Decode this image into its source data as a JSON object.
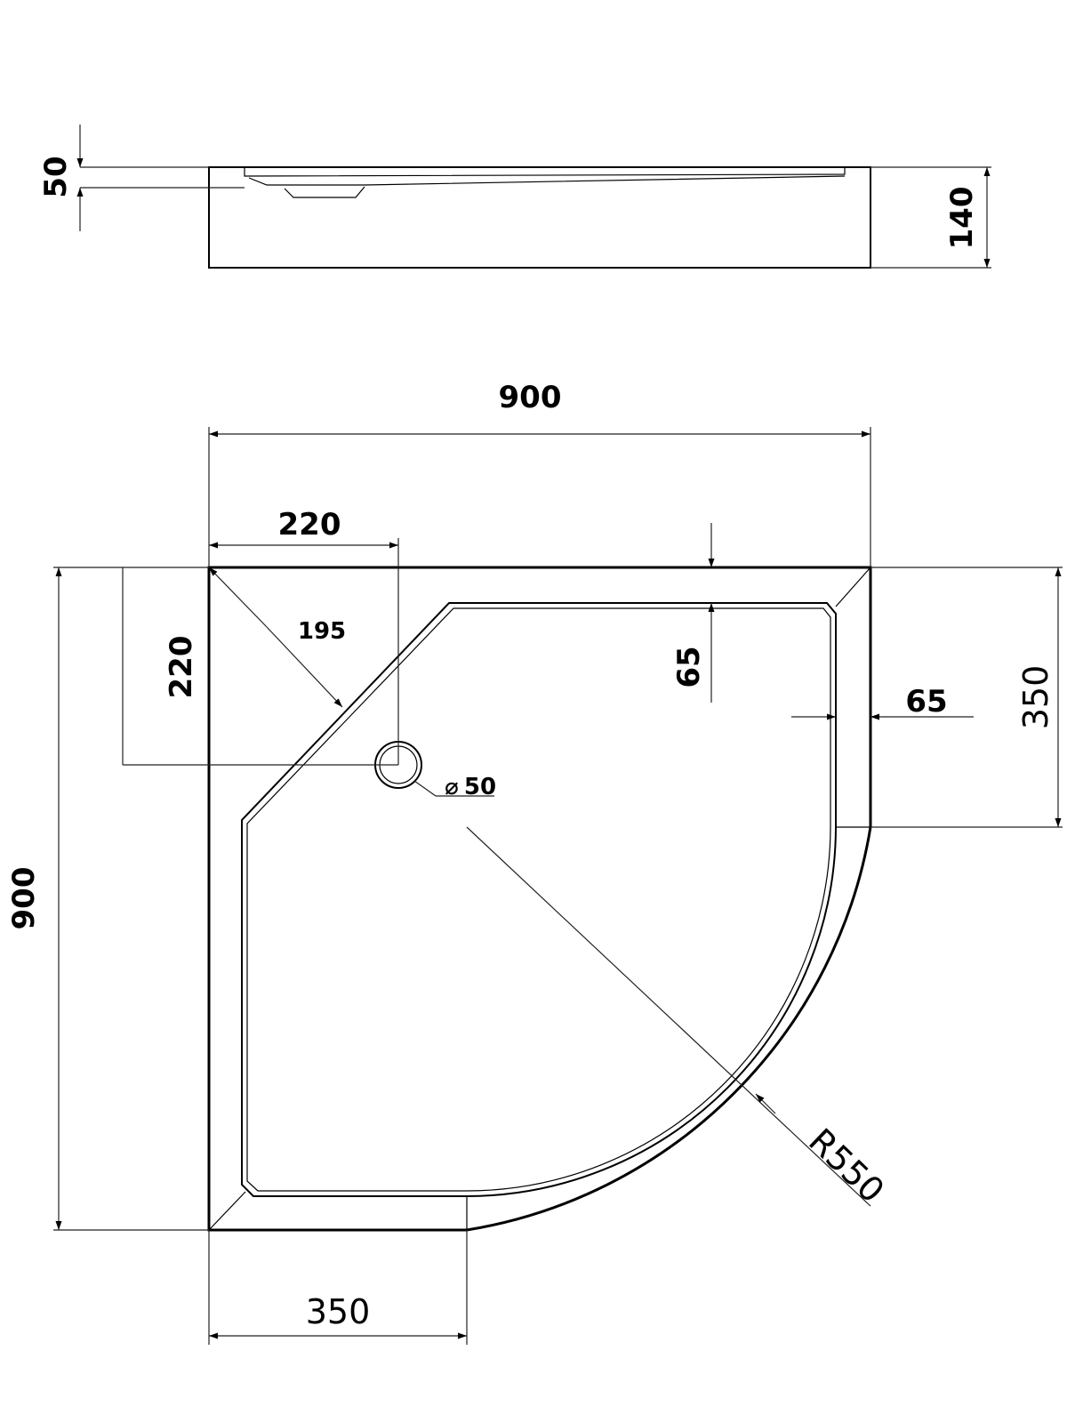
{
  "side_view": {
    "rim_height": "50",
    "total_height": "140"
  },
  "plan_view": {
    "overall_width": "900",
    "overall_depth": "900",
    "drain_offset_x": "220",
    "drain_offset_y": "220",
    "corner_diagonal": "195",
    "rim_width_top": "65",
    "rim_width_right": "65",
    "straight_side_right": "350",
    "straight_side_bottom": "350",
    "drain_diameter": "50",
    "radius": "R550",
    "diameter_symbol": "⌀"
  }
}
